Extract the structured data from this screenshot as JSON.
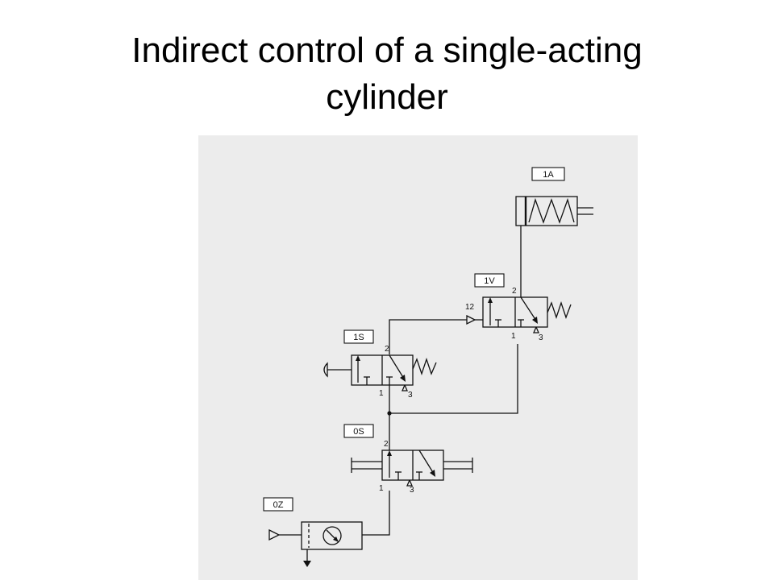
{
  "slide": {
    "title_line1": "Indirect control of a single-acting",
    "title_line2": "cylinder"
  },
  "diagram": {
    "components": {
      "cylinder": {
        "tag": "1A"
      },
      "valve_1v": {
        "tag": "1V",
        "pilot_port": "12",
        "port_out": "2",
        "port_in": "1",
        "port_exhaust": "3"
      },
      "valve_1s": {
        "tag": "1S",
        "port_out": "2",
        "port_in": "1",
        "port_exhaust": "3"
      },
      "valve_0s": {
        "tag": "0S",
        "port_out": "2",
        "port_in": "1",
        "port_exhaust": "3"
      },
      "service_unit": {
        "tag": "0Z"
      }
    }
  }
}
